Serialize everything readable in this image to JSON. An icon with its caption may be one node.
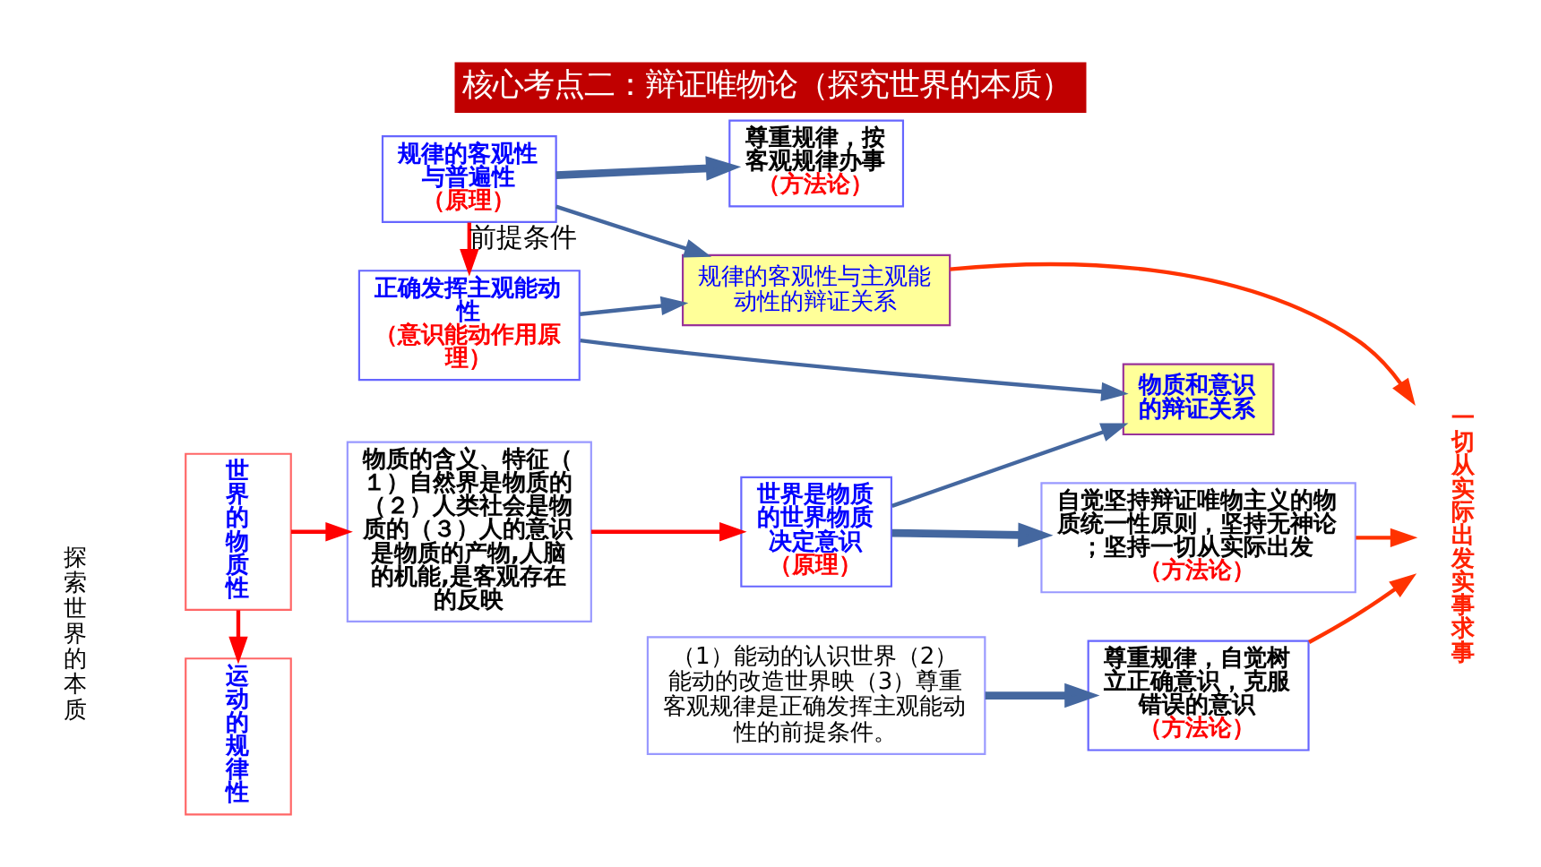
{
  "diagram": {
    "title": "核心考点二：辩证唯物论（探究世界的本质）",
    "nodes": [
      {
        "text": [
          "探索世界的本质"
        ]
      },
      {
        "text": [
          "世界的物质性"
        ]
      },
      {
        "text": [
          "运动的规律性"
        ]
      },
      {
        "text": [
          "物质的含义、特征（１）自然界是物质的（２）人类社会是物质的（３）人的意识是物质的产物,人脑的机能,是客观存在的反映"
        ]
      },
      {
        "text": [
          "世界是物质的世界物质决定意识",
          "（原理）"
        ]
      },
      {
        "text": [
          "自觉坚持辩证唯物主义的物质统一性原则，坚持无神论；坚持一切从实际出发",
          "（方法论）"
        ]
      },
      {
        "text": [
          "物质和意识的辩证关系"
        ]
      },
      {
        "text": [
          "规律的客观性与普遍性",
          "（原理）"
        ]
      },
      {
        "text": [
          "尊重规律，按客观规律办事",
          "（方法论）"
        ]
      },
      {
        "text": [
          "规律的客观性与主观能动性的辩证关系"
        ]
      },
      {
        "text": [
          "正确发挥主观能动性",
          "（意识能动作用原理）"
        ]
      },
      {
        "text": [
          "（1）能动的认识世界（2）能动的改造世界映（3）尊重客观规律是正确发挥主观能动性的前提条件。"
        ]
      },
      {
        "text": [
          "尊重规律，自觉树立正确意识，克服错误的意识",
          "（方法论）"
        ]
      },
      {
        "text": [
          "一切从实际出发",
          "实事求事"
        ]
      }
    ],
    "edges": [
      {
        "from": 1,
        "to": 2,
        "arrow": "to",
        "color": "#ff0000"
      },
      {
        "from": 1,
        "to": 3,
        "arrow": "to",
        "color": "#ff0000"
      },
      {
        "from": 3,
        "to": 4,
        "arrow": "to",
        "color": "#ff0000"
      },
      {
        "from": 4,
        "to": 5,
        "arrow": "to",
        "style": "thick"
      },
      {
        "from": 4,
        "to": 6,
        "arrow": "to"
      },
      {
        "from": 10,
        "to": 6,
        "arrow": "to"
      },
      {
        "from": 7,
        "to": 8,
        "arrow": "to",
        "style": "thick"
      },
      {
        "from": 7,
        "to": 9,
        "arrow": "to"
      },
      {
        "from": 10,
        "to": 9,
        "arrow": "to"
      },
      {
        "from": 7,
        "to": 10,
        "arrow": "to",
        "label": "前提条件",
        "color": "#ff0000"
      },
      {
        "from": 11,
        "to": 12,
        "arrow": "to",
        "style": "thick"
      },
      {
        "from": 5,
        "to": 13,
        "arrow": "to",
        "color": "#ff3300"
      },
      {
        "from": 9,
        "to": 13,
        "arrow": "to",
        "color": "#ff3300"
      },
      {
        "from": 12,
        "to": 13,
        "arrow": "to",
        "color": "#ff3300"
      }
    ]
  }
}
